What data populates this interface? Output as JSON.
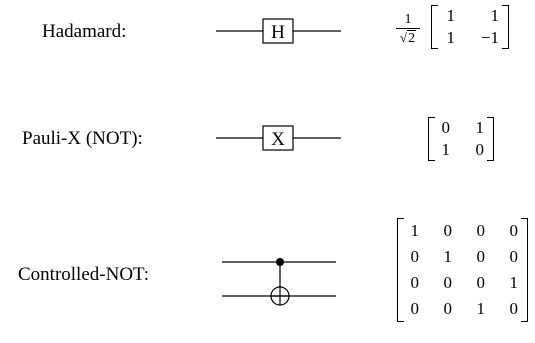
{
  "gates": [
    {
      "name": "Hadamard",
      "label": "Hadamard:",
      "symbol": "H",
      "prefactor": {
        "numerator": "1",
        "radical": "√",
        "radicand": "2"
      },
      "matrix": [
        [
          "1",
          "1"
        ],
        [
          "1",
          "−1"
        ]
      ]
    },
    {
      "name": "Pauli-X",
      "label": "Pauli-X (NOT):",
      "symbol": "X",
      "matrix": [
        [
          "0",
          "1"
        ],
        [
          "1",
          "0"
        ]
      ]
    },
    {
      "name": "Controlled-NOT",
      "label": "Controlled-NOT:",
      "matrix": [
        [
          "1",
          "0",
          "0",
          "0"
        ],
        [
          "0",
          "1",
          "0",
          "0"
        ],
        [
          "0",
          "0",
          "0",
          "1"
        ],
        [
          "0",
          "0",
          "1",
          "0"
        ]
      ]
    }
  ]
}
